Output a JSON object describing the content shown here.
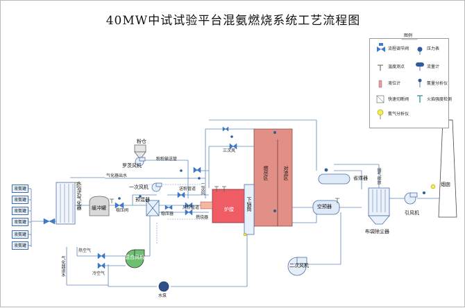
{
  "title": "40MW中试试验平台混氨燃烧系统工艺流程图",
  "legend": {
    "header": "图例",
    "items": [
      {
        "label": "流程调节阀",
        "icon": "control-valve-icon"
      },
      {
        "label": "压力表",
        "icon": "pressure-gauge-icon"
      },
      {
        "label": "温度测点",
        "icon": "temperature-point-icon"
      },
      {
        "label": "流量计",
        "icon": "flow-meter-icon"
      },
      {
        "label": "液位计",
        "icon": "level-gauge-icon"
      },
      {
        "label": "氨量分析仪",
        "icon": "ammonia-analyzer-icon"
      },
      {
        "label": "快速切断阀",
        "icon": "shutoff-valve-icon"
      },
      {
        "label": "火焰强度检测",
        "icon": "flame-detector-icon"
      },
      {
        "label": "氨气分析仪",
        "icon": "ammonia-gas-analyzer-icon"
      }
    ]
  },
  "tanks": [
    "液氨罐",
    "液氨罐",
    "液氨罐",
    "液氨罐",
    "液氨罐",
    "液氨罐"
  ],
  "labels": {
    "vaporizer": "水浴式气化器",
    "vaporizer_out": "气化器出水",
    "vaporizer_in": "气化器进水",
    "buffer": "缓冲罐",
    "regulator": "稳压阀",
    "premixer": "预混器",
    "stabilizer": "稳压器",
    "powder": "粉仓",
    "mill_fan": "罗茨风机",
    "primary_fan_top": "一次风机",
    "powder_pipe": "送粉管道",
    "primary_pipe": "粉粉输送管",
    "air_box": "风粉管道",
    "furnace": "炉膛",
    "downcomer": "下锅筒",
    "burnout": "燃尽区",
    "convection": "对流区",
    "secondary_fan_label": "二次风",
    "ternary_fan": "三次风",
    "economizer": "省煤器",
    "air_preheater": "空预器",
    "bag_filter": "布袋除尘器",
    "ammonia_release": "烟气排放",
    "induced_fan": "引风机",
    "chimney": "烟囱",
    "secondary_fan": "二次风机",
    "mixing_fan": "混合风机",
    "hot_air": "热空气",
    "cold_air": "冷空气",
    "pump": "水泵",
    "burner": "燃烧器"
  }
}
